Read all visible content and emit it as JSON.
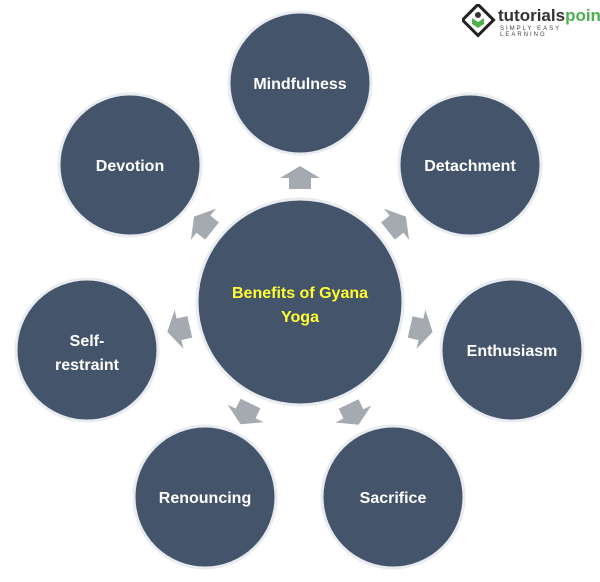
{
  "center": {
    "line1": "Benefits of Gyana",
    "line2": "Yoga"
  },
  "benefits": [
    {
      "line1": "Mindfulness",
      "line2": ""
    },
    {
      "line1": "Detachment",
      "line2": ""
    },
    {
      "line1": "Enthusiasm",
      "line2": ""
    },
    {
      "line1": "Sacrifice",
      "line2": ""
    },
    {
      "line1": "Renouncing",
      "line2": ""
    },
    {
      "line1": "Self-",
      "line2": "restraint"
    },
    {
      "line1": "Devotion",
      "line2": ""
    }
  ],
  "logo": {
    "name_a": "tutorials",
    "name_b": "point",
    "tagline": "SIMPLY EASY LEARNING"
  },
  "colors": {
    "circle": "#44546a",
    "arrow": "#a5a9b0",
    "center_text": "#ffff33"
  }
}
